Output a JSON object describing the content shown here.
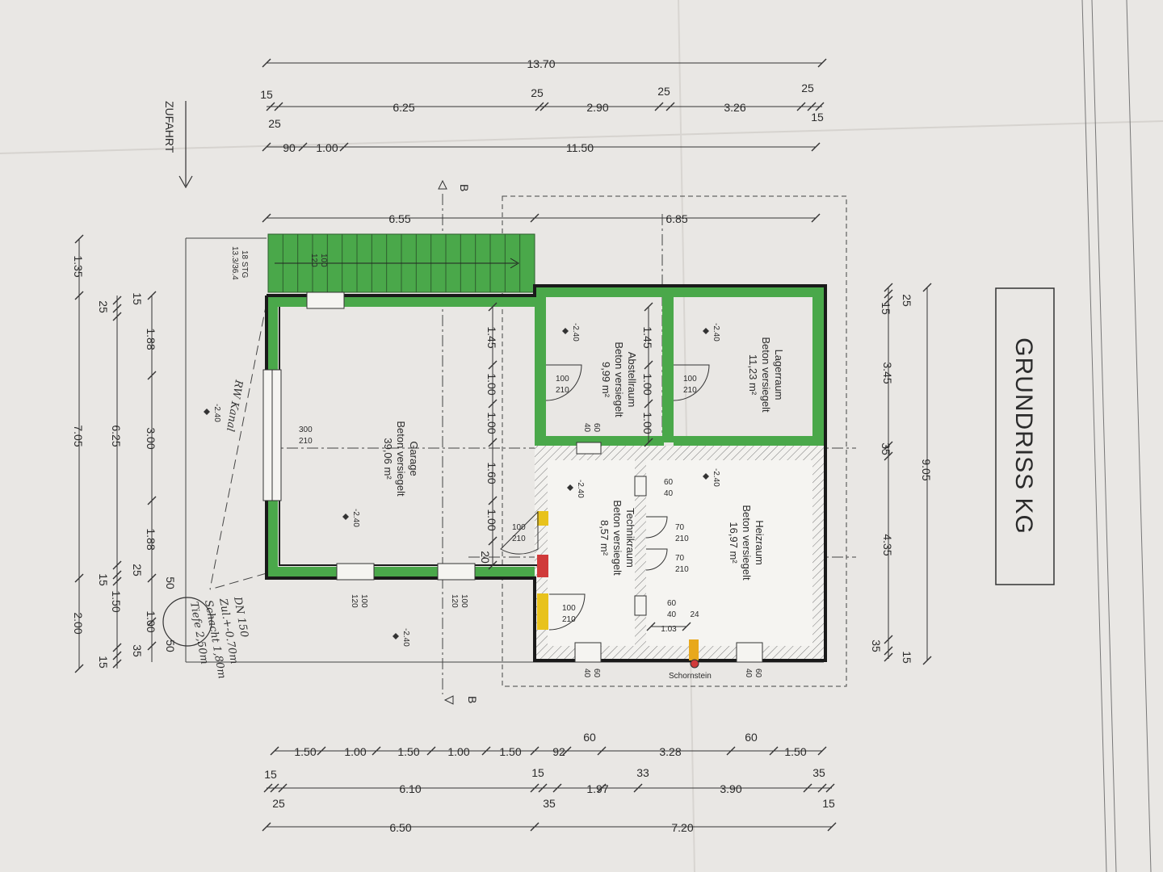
{
  "title": "GRUNDRISS KG",
  "zufahrt": "ZUFAHRT",
  "section_marker": "B",
  "stair": {
    "label": "18 STG",
    "ratio": "13.3/36.4"
  },
  "chimney": "Schornstein",
  "handnote": {
    "line1": "RW Kanal",
    "line2": "DN 150",
    "line3": "Zul.+-0.70m",
    "line4": "Schacht 1,80m",
    "line5": "Tiefe 2,50m"
  },
  "rooms": {
    "garage": {
      "name": "Garage",
      "finish": "Beton versiegelt",
      "area": "39,06 m²",
      "level": "-2.40"
    },
    "abstell": {
      "name": "Abstellraum",
      "finish": "Beton versiegelt",
      "area": "9,99 m²",
      "level": "-2.40"
    },
    "lager": {
      "name": "Lagerraum",
      "finish": "Beton versiegelt",
      "area": "11,23 m²",
      "level": "-2.40"
    },
    "technik": {
      "name": "Technikraum",
      "finish": "Beton versiegelt",
      "area": "8,57 m²",
      "level": "-2.40"
    },
    "heiz": {
      "name": "Heizraum",
      "finish": "Beton versiegelt",
      "area": "16,97 m²",
      "level": "-2.40"
    }
  },
  "levels": {
    "outside_a": "-2.40",
    "outside_b": "-2.40"
  },
  "doors": {
    "garage_door": {
      "w": "300",
      "h": "210"
    },
    "d1": {
      "w": "100",
      "h": "210"
    },
    "d2": {
      "w": "100",
      "h": "210"
    },
    "d3": {
      "w": "100",
      "h": "210"
    },
    "d4": {
      "w": "100",
      "h": "210"
    },
    "d5": {
      "w": "70",
      "h": "210"
    },
    "d6": {
      "w": "70",
      "h": "210"
    }
  },
  "windows": {
    "w_top": {
      "w": "100",
      "h": "120"
    },
    "w_b1": {
      "w": "100",
      "h": "120"
    },
    "w_b2": {
      "w": "100",
      "h": "120"
    },
    "w_t1": {
      "w": "60",
      "h": "40"
    },
    "w_t2": {
      "w": "60",
      "h": "40"
    },
    "w_t3": {
      "w": "60",
      "h": "40"
    },
    "w_t4": {
      "w": "60",
      "h": "40"
    },
    "w_t5": {
      "w": "60",
      "h": "40"
    }
  },
  "top_dims": {
    "r1": [
      "13.70"
    ],
    "r2": [
      "15",
      "25",
      "6.25",
      "25",
      "2.90",
      "25",
      "3.26",
      "25",
      "15"
    ],
    "r3": [
      "90",
      "1.00",
      "11.50"
    ],
    "r4": [
      "6.55",
      "6.85"
    ]
  },
  "bottom_dims": {
    "r1": [
      "1.50",
      "1.00",
      "1.50",
      "1.00",
      "1.50",
      "92",
      "60",
      "3.28",
      "60",
      "1.50"
    ],
    "r2": [
      "15",
      "25",
      "6.10",
      "15",
      "35",
      "1.97",
      "33",
      "3.90",
      "35",
      "15"
    ],
    "r3": [
      "6.50",
      "7.20"
    ]
  },
  "left_dims": {
    "c1": [
      "1.35",
      "7.05",
      "2.00"
    ],
    "c2": [
      "15",
      "25",
      "6.25",
      "25",
      "15",
      "1.50",
      "35",
      "15"
    ],
    "c3": [
      "1.88",
      "3.00",
      "1.88",
      "50",
      "1.00",
      "50"
    ]
  },
  "right_dims": {
    "c1": [
      "15",
      "25",
      "3.45",
      "35",
      "4.35",
      "35",
      "15"
    ],
    "c2": [
      "9.05"
    ]
  },
  "inner_dims": {
    "garage_col": [
      "1.45",
      "1.00",
      "1.00",
      "1.60",
      "1.00",
      "20"
    ],
    "abstell_col": [
      "1.45",
      "1.00",
      "1.00",
      "60",
      "40"
    ],
    "misc": [
      "1.03",
      "24"
    ]
  }
}
